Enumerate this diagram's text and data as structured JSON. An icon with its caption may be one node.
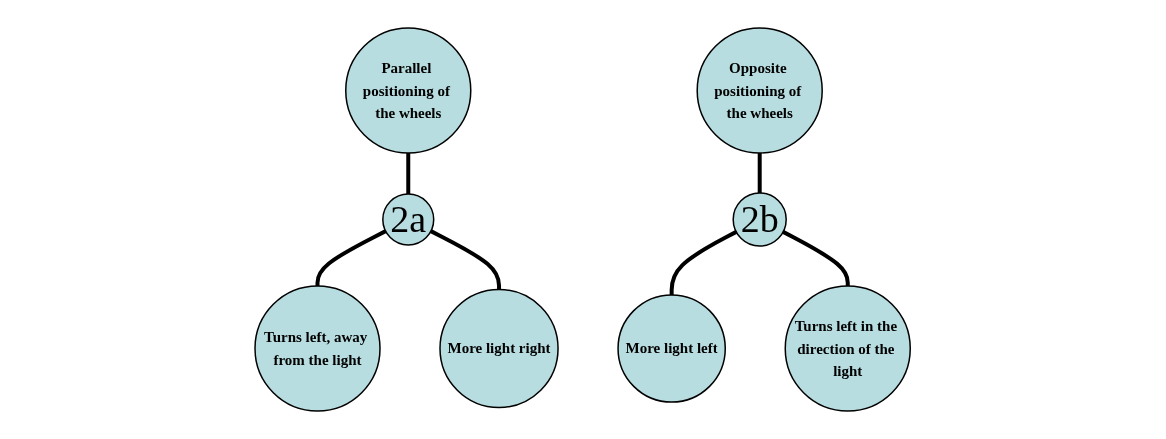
{
  "diagram": {
    "nodes": [
      {
        "text": [
          "Parallel positioning of the wheels"
        ]
      },
      {
        "text": [
          "2a"
        ]
      },
      {
        "text": [
          "Turns left, away from the light"
        ]
      },
      {
        "text": [
          "More light right"
        ]
      },
      {
        "text": [
          "Opposite positioning of the wheels"
        ]
      },
      {
        "text": [
          "2b"
        ]
      },
      {
        "text": [
          "More light left"
        ]
      },
      {
        "text": [
          "Turns left in the direction of the light"
        ]
      }
    ],
    "edges": [
      {
        "from": 0,
        "to": 1,
        "arrow": "none"
      },
      {
        "from": 1,
        "to": 2,
        "arrow": "none"
      },
      {
        "from": 1,
        "to": 3,
        "arrow": "none"
      },
      {
        "from": 4,
        "to": 5,
        "arrow": "none"
      },
      {
        "from": 5,
        "to": 6,
        "arrow": "none"
      },
      {
        "from": 5,
        "to": 7,
        "arrow": "none"
      }
    ]
  }
}
